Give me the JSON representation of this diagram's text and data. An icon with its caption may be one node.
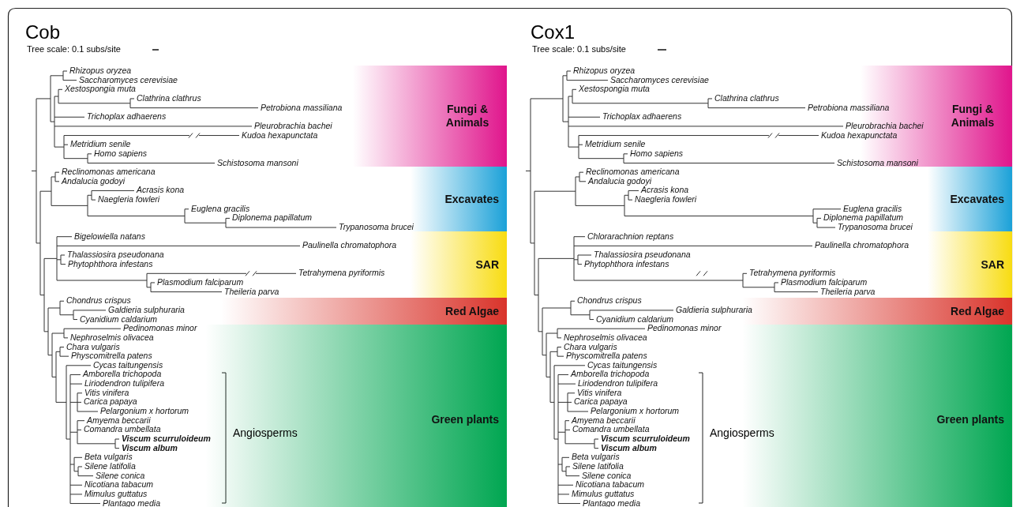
{
  "diagram": {
    "nodes": [
      {
        "text": [
          "Fungi & Animals"
        ]
      },
      {
        "text": [
          "Excavates"
        ]
      },
      {
        "text": [
          "SAR"
        ]
      },
      {
        "text": [
          "Red Algae"
        ]
      },
      {
        "text": [
          "Green plants"
        ]
      },
      {
        "text": [
          "Fungi & Animals"
        ]
      },
      {
        "text": [
          "Excavates"
        ]
      },
      {
        "text": [
          "SAR"
        ]
      },
      {
        "text": [
          "Red Algae"
        ]
      },
      {
        "text": [
          "Green plants"
        ]
      }
    ],
    "labels": [
      "Cob",
      "Tree scale: 0.1 subs/site",
      "Rhizopus oryzea",
      "Saccharomyces cerevisiae",
      "Xestospongia muta",
      "Clathrina clathrus",
      "Petrobiona massiliana",
      "Trichoplax adhaerens",
      "Pleurobrachia bachei",
      "Kudoa hexapunctata",
      "Metridium senile",
      "Homo sapiens",
      "Schistosoma mansoni",
      "Reclinomonas americana",
      "Andalucia godoyi",
      "Acrasis kona",
      "Naegleria fowleri",
      "Euglena gracilis",
      "Diplonema papillatum",
      "Trypanosoma brucei",
      "Bigelowiella natans",
      "Paulinella chromatophora",
      "Thalassiosira pseudonana",
      "Phytophthora infestans",
      "Tetrahymena pyriformis",
      "Plasmodium falciparum",
      "Theileria parva",
      "Chondrus crispus",
      "Galdieria sulphuraria",
      "Cyanidium caldarium",
      "Pedinomonas minor",
      "Nephroselmis olivacea",
      "Chara vulgaris",
      "Physcomitrella patens",
      "Cycas taitungensis",
      "Amborella trichopoda",
      "Liriodendron tulipifera",
      "Vitis vinifera",
      "Carica papaya",
      "Pelargonium x hortorum",
      "Amyema beccarii",
      "Comandra umbellata",
      "Viscum scurruloideum",
      "Viscum album",
      "Beta vulgaris",
      "Silene latifolia",
      "Silene conica",
      "Nicotiana tabacum",
      "Mimulus guttatus",
      "Plantago media",
      "Angiosperms",
      "Cox1",
      "Tree scale: 0.1 subs/site",
      "Rhizopus oryzea",
      "Saccharomyces cerevisiae",
      "Xestospongia muta",
      "Clathrina clathrus",
      "Petrobiona massiliana",
      "Trichoplax adhaerens",
      "Pleurobrachia bachei",
      "Kudoa hexapunctata",
      "Metridium senile",
      "Homo sapiens",
      "Schistosoma mansoni",
      "Reclinomonas americana",
      "Andalucia godoyi",
      "Acrasis kona",
      "Naegleria fowleri",
      "Euglena gracilis",
      "Diplonema papillatum",
      "Trypanosoma brucei",
      "Chlorarachnion reptans",
      "Paulinella chromatophora",
      "Thalassiosira pseudonana",
      "Phytophthora infestans",
      "Tetrahymena pyriformis",
      "Plasmodium falciparum",
      "Theileria parva",
      "Chondrus crispus",
      "Galdieria sulphuraria",
      "Cyanidium caldarium",
      "Pedinomonas minor",
      "Nephroselmis olivacea",
      "Chara vulgaris",
      "Physcomitrella patens",
      "Cycas taitungensis",
      "Amborella trichopoda",
      "Liriodendron tulipifera",
      "Vitis vinifera",
      "Carica papaya",
      "Pelargonium x hortorum",
      "Amyema beccarii",
      "Comandra umbellata",
      "Viscum scurruloideum",
      "Viscum album",
      "Beta vulgaris",
      "Silene latifolia",
      "Silene conica",
      "Nicotiana tabacum",
      "Mimulus guttatus",
      "Plantago media",
      "Angiosperms"
    ]
  }
}
